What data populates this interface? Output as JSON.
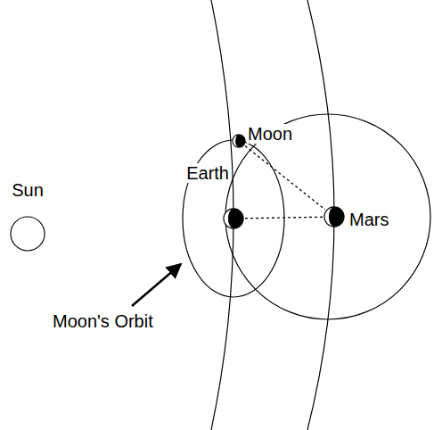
{
  "diagram": {
    "nodes": [
      {
        "text": [
          "Sun"
        ]
      },
      {
        "text": [
          "Moon"
        ]
      },
      {
        "text": [
          "Earth"
        ]
      },
      {
        "text": [
          "Mars"
        ]
      }
    ],
    "edges": [
      {
        "from": 1,
        "to": 3,
        "arrow": "none"
      },
      {
        "from": 2,
        "to": 3,
        "arrow": "none"
      }
    ],
    "labels": [
      "Moon's Orbit"
    ]
  }
}
